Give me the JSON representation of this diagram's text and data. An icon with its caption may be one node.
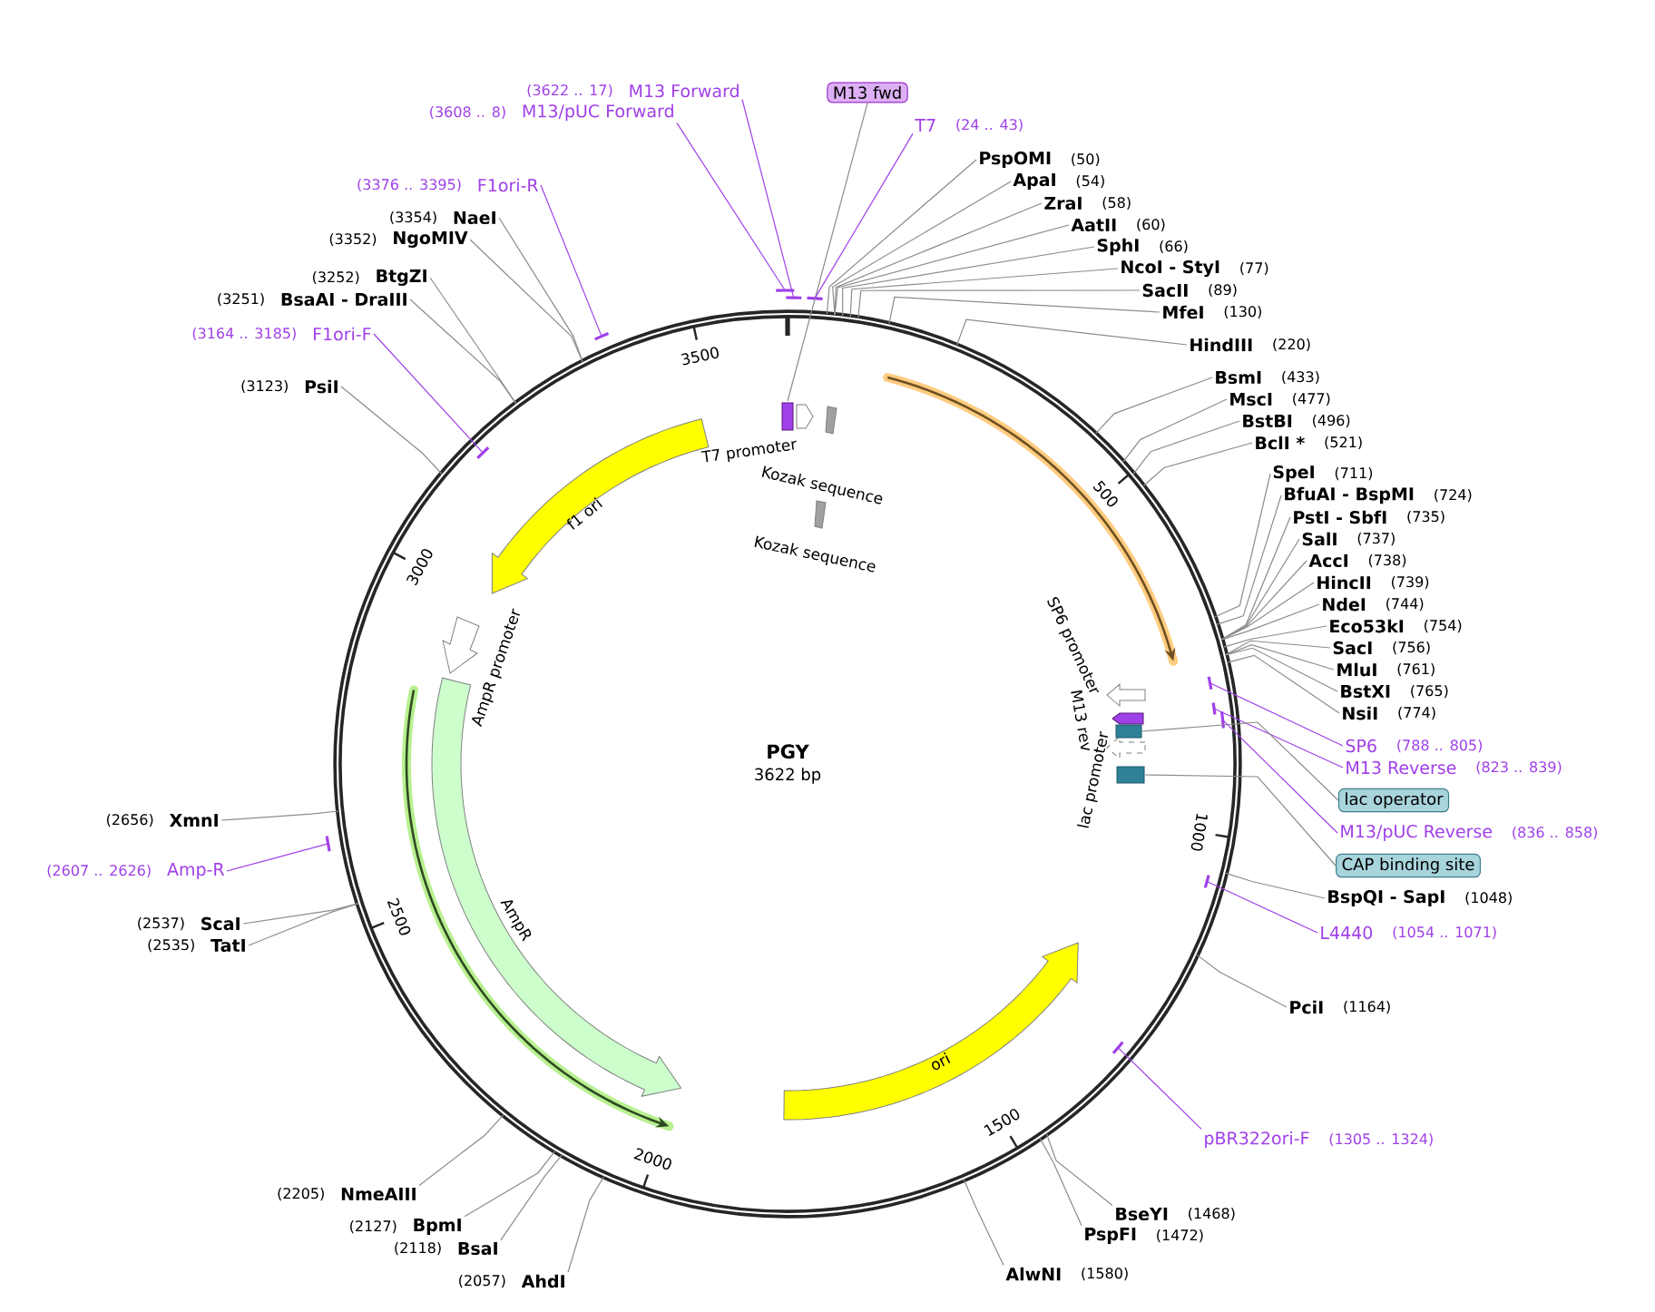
{
  "diagram": {
    "nodes": [
      {
        "text": [
          "PGY",
          "3622 bp"
        ]
      },
      {
        "text": [
          "M13 Forward"
        ],
        "beside": [
          "(3622 .. 17)"
        ]
      },
      {
        "text": [
          "M13 fwd"
        ]
      },
      {
        "text": [
          "M13/pUC Forward"
        ],
        "beside": [
          "(3608 .. 8)"
        ]
      },
      {
        "text": [
          "T7"
        ],
        "beside": [
          "(24 .. 43)"
        ]
      },
      {
        "text": [
          "F1ori-R"
        ],
        "beside": [
          "(3376 .. 3395)"
        ]
      },
      {
        "text": [
          "NaeI"
        ],
        "beside": [
          "(3354)"
        ]
      },
      {
        "text": [
          "NgoMIV"
        ],
        "beside": [
          "(3352)"
        ]
      },
      {
        "text": [
          "BtgZI"
        ],
        "beside": [
          "(3252)"
        ]
      },
      {
        "text": [
          "BsaAI - DraIII"
        ],
        "beside": [
          "(3251)"
        ]
      },
      {
        "text": [
          "F1ori-F"
        ],
        "beside": [
          "(3164 .. 3185)"
        ]
      },
      {
        "text": [
          "PsiI"
        ],
        "beside": [
          "(3123)"
        ]
      },
      {
        "text": [
          "XmnI"
        ],
        "beside": [
          "(2656)"
        ]
      },
      {
        "text": [
          "Amp-R"
        ],
        "beside": [
          "(2607 .. 2626)"
        ]
      },
      {
        "text": [
          "ScaI"
        ],
        "beside": [
          "(2537)"
        ]
      },
      {
        "text": [
          "TatI"
        ],
        "beside": [
          "(2535)"
        ]
      },
      {
        "text": [
          "NmeAIII"
        ],
        "beside": [
          "(2205)"
        ]
      },
      {
        "text": [
          "BpmI"
        ],
        "beside": [
          "(2127)"
        ]
      },
      {
        "text": [
          "BsaI"
        ],
        "beside": [
          "(2118)"
        ]
      },
      {
        "text": [
          "AhdI"
        ],
        "beside": [
          "(2057)"
        ]
      },
      {
        "text": [
          "PspOMI"
        ],
        "beside": [
          "(50)"
        ]
      },
      {
        "text": [
          "ApaI"
        ],
        "beside": [
          "(54)"
        ]
      },
      {
        "text": [
          "ZraI"
        ],
        "beside": [
          "(58)"
        ]
      },
      {
        "text": [
          "AatII"
        ],
        "beside": [
          "(60)"
        ]
      },
      {
        "text": [
          "SphI"
        ],
        "beside": [
          "(66)"
        ]
      },
      {
        "text": [
          "NcoI - StyI"
        ],
        "beside": [
          "(77)"
        ]
      },
      {
        "text": [
          "SacII"
        ],
        "beside": [
          "(89)"
        ]
      },
      {
        "text": [
          "MfeI"
        ],
        "beside": [
          "(130)"
        ]
      },
      {
        "text": [
          "HindIII"
        ],
        "beside": [
          "(220)"
        ]
      },
      {
        "text": [
          "BsmI"
        ],
        "beside": [
          "(433)"
        ]
      },
      {
        "text": [
          "MscI"
        ],
        "beside": [
          "(477)"
        ]
      },
      {
        "text": [
          "BstBI"
        ],
        "beside": [
          "(496)"
        ]
      },
      {
        "text": [
          "BclI *"
        ],
        "beside": [
          "(521)"
        ]
      },
      {
        "text": [
          "SpeI"
        ],
        "beside": [
          "(711)"
        ]
      },
      {
        "text": [
          "BfuAI - BspMI"
        ],
        "beside": [
          "(724)"
        ]
      },
      {
        "text": [
          "PstI - SbfI"
        ],
        "beside": [
          "(735)"
        ]
      },
      {
        "text": [
          "SalI"
        ],
        "beside": [
          "(737)"
        ]
      },
      {
        "text": [
          "AccI"
        ],
        "beside": [
          "(738)"
        ]
      },
      {
        "text": [
          "HincII"
        ],
        "beside": [
          "(739)"
        ]
      },
      {
        "text": [
          "NdeI"
        ],
        "beside": [
          "(744)"
        ]
      },
      {
        "text": [
          "Eco53kI"
        ],
        "beside": [
          "(754)"
        ]
      },
      {
        "text": [
          "SacI"
        ],
        "beside": [
          "(756)"
        ]
      },
      {
        "text": [
          "MluI"
        ],
        "beside": [
          "(761)"
        ]
      },
      {
        "text": [
          "BstXI"
        ],
        "beside": [
          "(765)"
        ]
      },
      {
        "text": [
          "NsiI"
        ],
        "beside": [
          "(774)"
        ]
      },
      {
        "text": [
          "SP6"
        ],
        "beside": [
          "(788 .. 805)"
        ]
      },
      {
        "text": [
          "M13 Reverse"
        ],
        "beside": [
          "(823 .. 839)"
        ]
      },
      {
        "text": [
          "lac operator"
        ]
      },
      {
        "text": [
          "M13/pUC Reverse"
        ],
        "beside": [
          "(836 .. 858)"
        ]
      },
      {
        "text": [
          "CAP binding site"
        ]
      },
      {
        "text": [
          "BspQI - SapI"
        ],
        "beside": [
          "(1048)"
        ]
      },
      {
        "text": [
          "L4440"
        ],
        "beside": [
          "(1054 .. 1071)"
        ]
      },
      {
        "text": [
          "PciI"
        ],
        "beside": [
          "(1164)"
        ]
      },
      {
        "text": [
          "pBR322ori-F"
        ],
        "beside": [
          "(1305 .. 1324)"
        ]
      },
      {
        "text": [
          "BseYI"
        ],
        "beside": [
          "(1468)"
        ]
      },
      {
        "text": [
          "PspFI"
        ],
        "beside": [
          "(1472)"
        ]
      },
      {
        "text": [
          "AlwNI"
        ],
        "beside": [
          "(1580)"
        ]
      },
      {
        "text": [
          "T7 promoter"
        ],
        "in": 0
      },
      {
        "text": [
          "Kozak sequence"
        ],
        "in": 0
      },
      {
        "text": [
          "Kozak sequence"
        ],
        "in": 0
      },
      {
        "text": [
          "f1 ori"
        ],
        "in": 0
      },
      {
        "text": [
          "AmpR promoter"
        ],
        "in": 0
      },
      {
        "text": [
          "AmpR"
        ],
        "in": 0
      },
      {
        "text": [
          "SP6 promoter"
        ],
        "in": 0
      },
      {
        "text": [
          "M13 rev"
        ],
        "in": 0
      },
      {
        "text": [
          "lac promoter"
        ],
        "in": 0
      },
      {
        "text": [],
        "shape": "box",
        "in": 0
      },
      {
        "text": [],
        "shape": "box",
        "in": 0
      },
      {
        "text": [
          "ori"
        ],
        "in": 0
      }
    ],
    "edges": [
      {
        "from": 1,
        "to": 0,
        "arrow": "none",
        "color": "#a040e8"
      },
      {
        "from": 2,
        "to": 57,
        "arrow": "none"
      },
      {
        "from": 3,
        "to": 0,
        "arrow": "none",
        "color": "#a040e8"
      },
      {
        "from": 4,
        "to": 0,
        "arrow": "none",
        "color": "#a040e8"
      },
      {
        "from": 5,
        "to": 0,
        "arrow": "none",
        "color": "#a040e8"
      },
      {
        "from": 6,
        "to": 0,
        "arrow": "none"
      },
      {
        "from": 7,
        "to": 0,
        "arrow": "none"
      },
      {
        "from": 8,
        "to": 0,
        "arrow": "none"
      },
      {
        "from": 9,
        "to": 0,
        "arrow": "none"
      },
      {
        "from": 10,
        "to": 0,
        "arrow": "none",
        "color": "#a040e8"
      },
      {
        "from": 11,
        "to": 0,
        "arrow": "none"
      },
      {
        "from": 12,
        "to": 0,
        "arrow": "none"
      },
      {
        "from": 13,
        "to": 0,
        "arrow": "none",
        "color": "#a040e8"
      },
      {
        "from": 14,
        "to": 0,
        "arrow": "none"
      },
      {
        "from": 15,
        "to": 0,
        "arrow": "none"
      },
      {
        "from": 16,
        "to": 0,
        "arrow": "none"
      },
      {
        "from": 17,
        "to": 0,
        "arrow": "none"
      },
      {
        "from": 18,
        "to": 0,
        "arrow": "none"
      },
      {
        "from": 19,
        "to": 0,
        "arrow": "none"
      },
      {
        "from": 20,
        "to": 0,
        "arrow": "none"
      },
      {
        "from": 21,
        "to": 0,
        "arrow": "none"
      },
      {
        "from": 22,
        "to": 0,
        "arrow": "none"
      },
      {
        "from": 23,
        "to": 0,
        "arrow": "none"
      },
      {
        "from": 24,
        "to": 0,
        "arrow": "none"
      },
      {
        "from": 25,
        "to": 0,
        "arrow": "none"
      },
      {
        "from": 26,
        "to": 0,
        "arrow": "none"
      },
      {
        "from": 27,
        "to": 0,
        "arrow": "none"
      },
      {
        "from": 28,
        "to": 0,
        "arrow": "none"
      },
      {
        "from": 29,
        "to": 0,
        "arrow": "none"
      },
      {
        "from": 30,
        "to": 0,
        "arrow": "none"
      },
      {
        "from": 31,
        "to": 0,
        "arrow": "none"
      },
      {
        "from": 32,
        "to": 0,
        "arrow": "none"
      },
      {
        "from": 33,
        "to": 0,
        "arrow": "none"
      },
      {
        "from": 34,
        "to": 0,
        "arrow": "none"
      },
      {
        "from": 35,
        "to": 0,
        "arrow": "none"
      },
      {
        "from": 36,
        "to": 0,
        "arrow": "none"
      },
      {
        "from": 37,
        "to": 0,
        "arrow": "none"
      },
      {
        "from": 38,
        "to": 0,
        "arrow": "none"
      },
      {
        "from": 39,
        "to": 0,
        "arrow": "none"
      },
      {
        "from": 40,
        "to": 0,
        "arrow": "none"
      },
      {
        "from": 41,
        "to": 0,
        "arrow": "none"
      },
      {
        "from": 42,
        "to": 0,
        "arrow": "none"
      },
      {
        "from": 43,
        "to": 0,
        "arrow": "none"
      },
      {
        "from": 44,
        "to": 0,
        "arrow": "none"
      },
      {
        "from": 45,
        "to": 0,
        "arrow": "none",
        "color": "#a040e8"
      },
      {
        "from": 46,
        "to": 0,
        "arrow": "none",
        "color": "#a040e8"
      },
      {
        "from": 47,
        "to": 66,
        "arrow": "none"
      },
      {
        "from": 48,
        "to": 0,
        "arrow": "none",
        "color": "#a040e8"
      },
      {
        "from": 49,
        "to": 67,
        "arrow": "none"
      },
      {
        "from": 50,
        "to": 0,
        "arrow": "none"
      },
      {
        "from": 51,
        "to": 0,
        "arrow": "none",
        "color": "#a040e8"
      },
      {
        "from": 52,
        "to": 0,
        "arrow": "none"
      },
      {
        "from": 53,
        "to": 0,
        "arrow": "none",
        "color": "#a040e8"
      },
      {
        "from": 54,
        "to": 0,
        "arrow": "none"
      },
      {
        "from": 55,
        "to": 0,
        "arrow": "none"
      },
      {
        "from": 56,
        "to": 0,
        "arrow": "none"
      }
    ],
    "labels": [
      "500",
      "1000",
      "1500",
      "2000",
      "2500",
      "3000",
      "3500"
    ]
  }
}
